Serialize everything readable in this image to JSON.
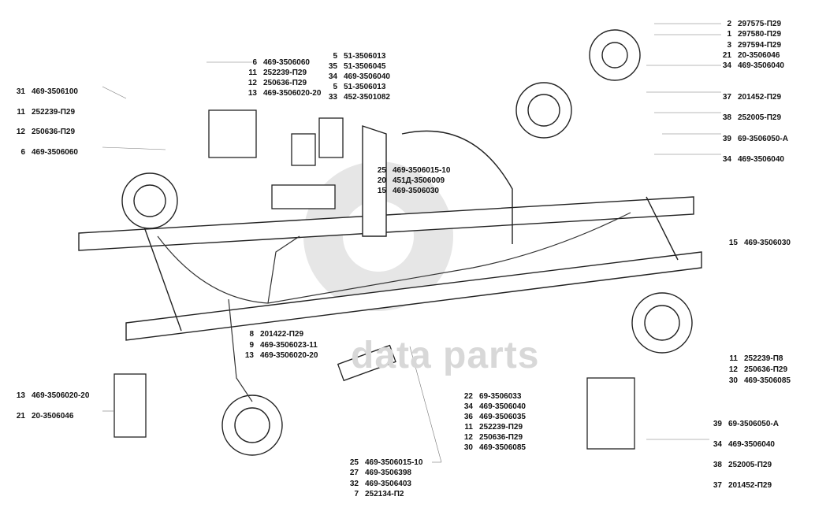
{
  "watermark": "data parts",
  "callouts": {
    "top_right": [
      {
        "num": "2",
        "code": "297575-П29"
      },
      {
        "num": "1",
        "code": "297580-П29"
      },
      {
        "num": "3",
        "code": "297594-П29"
      },
      {
        "num": "21",
        "code": "20-3506046"
      },
      {
        "num": "34",
        "code": "469-3506040"
      }
    ],
    "right_upper": [
      {
        "num": "37",
        "code": "201452-П29"
      },
      {
        "num": "38",
        "code": "252005-П29"
      },
      {
        "num": "39",
        "code": "69-3506050-А"
      },
      {
        "num": "34",
        "code": "469-3506040"
      }
    ],
    "top_center": [
      {
        "num": "5",
        "code": "51-3506013"
      },
      {
        "num": "35",
        "code": "51-3506045"
      },
      {
        "num": "34",
        "code": "469-3506040"
      },
      {
        "num": "5",
        "code": "51-3506013"
      },
      {
        "num": "33",
        "code": "452-3501082"
      }
    ],
    "top_left_mid": [
      {
        "num": "6",
        "code": "469-3506060"
      },
      {
        "num": "11",
        "code": "252239-П29"
      },
      {
        "num": "12",
        "code": "250636-П29"
      },
      {
        "num": "13",
        "code": "469-3506020-20"
      }
    ],
    "left": [
      {
        "num": "31",
        "code": "469-3506100"
      },
      {
        "num": "11",
        "code": "252239-П29"
      },
      {
        "num": "12",
        "code": "250636-П29"
      },
      {
        "num": "6",
        "code": "469-3506060"
      }
    ],
    "center_mid": [
      {
        "num": "25",
        "code": "469-3506015-10"
      },
      {
        "num": "20",
        "code": "451Д-3506009"
      },
      {
        "num": "15",
        "code": "469-3506030"
      }
    ],
    "right_mid": [
      {
        "num": "15",
        "code": "469-3506030"
      }
    ],
    "right_lower": [
      {
        "num": "11",
        "code": "252239-П8"
      },
      {
        "num": "12",
        "code": "250636-П29"
      },
      {
        "num": "30",
        "code": "469-3506085"
      }
    ],
    "right_bottom": [
      {
        "num": "39",
        "code": "69-3506050-А"
      },
      {
        "num": "34",
        "code": "469-3506040"
      },
      {
        "num": "38",
        "code": "252005-П29"
      },
      {
        "num": "37",
        "code": "201452-П29"
      }
    ],
    "center_bottom_right": [
      {
        "num": "22",
        "code": "69-3506033"
      },
      {
        "num": "34",
        "code": "469-3506040"
      },
      {
        "num": "36",
        "code": "469-3506035"
      },
      {
        "num": "11",
        "code": "252239-П29"
      },
      {
        "num": "12",
        "code": "250636-П29"
      },
      {
        "num": "30",
        "code": "469-3506085"
      }
    ],
    "left_center": [
      {
        "num": "8",
        "code": "201422-П29"
      },
      {
        "num": "9",
        "code": "469-3506023-11"
      },
      {
        "num": "13",
        "code": "469-3506020-20"
      }
    ],
    "bottom_left": [
      {
        "num": "13",
        "code": "469-3506020-20"
      },
      {
        "num": "21",
        "code": "20-3506046"
      }
    ],
    "bottom_center": [
      {
        "num": "25",
        "code": "469-3506015-10"
      },
      {
        "num": "27",
        "code": "469-3506398"
      },
      {
        "num": "32",
        "code": "469-3506403"
      },
      {
        "num": "7",
        "code": "252134-П2"
      }
    ]
  }
}
